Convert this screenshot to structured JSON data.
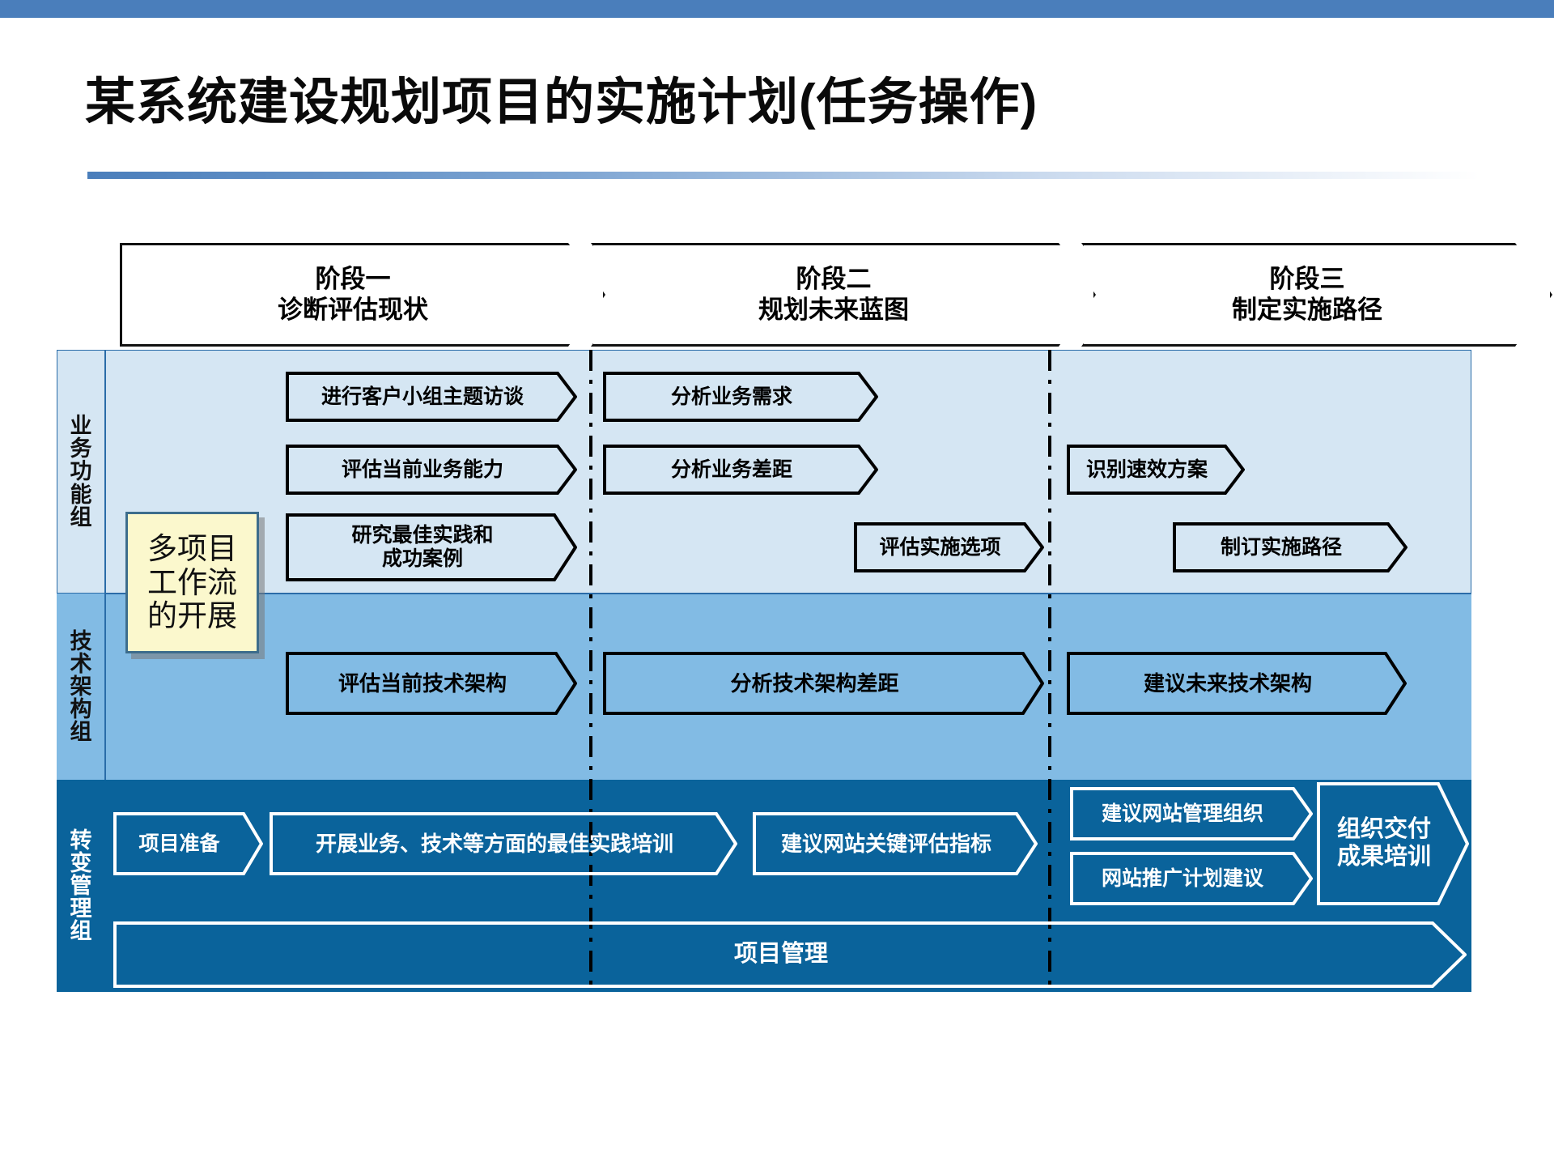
{
  "slide": {
    "title": "某系统建设规划项目的实施计划(任务操作)",
    "accent_color": "#4A7EBB"
  },
  "phases": [
    {
      "name": "阶段一",
      "subtitle": "诊断评估现状"
    },
    {
      "name": "阶段二",
      "subtitle": "规划未来蓝图"
    },
    {
      "name": "阶段三",
      "subtitle": "制定实施路径"
    }
  ],
  "callout": {
    "line1": "多项目",
    "line2": "工作流",
    "line3": "的开展"
  },
  "lanes": [
    {
      "label": "业务功能组",
      "color": "#d5e6f3",
      "text_color": "#111111"
    },
    {
      "label": "技术架构组",
      "color": "#82bbe4",
      "text_color": "#111111"
    },
    {
      "label": "转变管理组",
      "color": "#0a639b",
      "text_color": "#ffffff"
    }
  ],
  "tasks": {
    "business": [
      {
        "label": "进行客户小组主题访谈",
        "phase": 1
      },
      {
        "label": "评估当前业务能力",
        "phase": 1
      },
      {
        "label": "研究最佳实践和\n成功案例",
        "line1": "研究最佳实践和",
        "line2": "成功案例",
        "phase": 1
      },
      {
        "label": "分析业务需求",
        "phase": 2
      },
      {
        "label": "分析业务差距",
        "phase": 2
      },
      {
        "label": "评估实施选项",
        "phase": 2
      },
      {
        "label": "识别速效方案",
        "phase": 3
      },
      {
        "label": "制订实施路径",
        "phase": 3
      }
    ],
    "technology": [
      {
        "label": "评估当前技术架构",
        "phase": 1
      },
      {
        "label": "分析技术架构差距",
        "phase": 2
      },
      {
        "label": "建议未来技术架构",
        "phase": 3
      }
    ],
    "change": [
      {
        "label": "项目准备",
        "phase": 1
      },
      {
        "label": "开展业务、技术等方面的最佳实践培训",
        "phase": 1
      },
      {
        "label": "建议网站关键评估指标",
        "phase": 2
      },
      {
        "label": "建议网站管理组织",
        "phase": 3
      },
      {
        "label": "网站推广计划建议",
        "phase": 3
      },
      {
        "line1": "组织交付",
        "line2": "成果培训",
        "label": "组织交付成果培训",
        "phase": 3
      },
      {
        "label": "项目管理",
        "phase": 0
      }
    ]
  }
}
